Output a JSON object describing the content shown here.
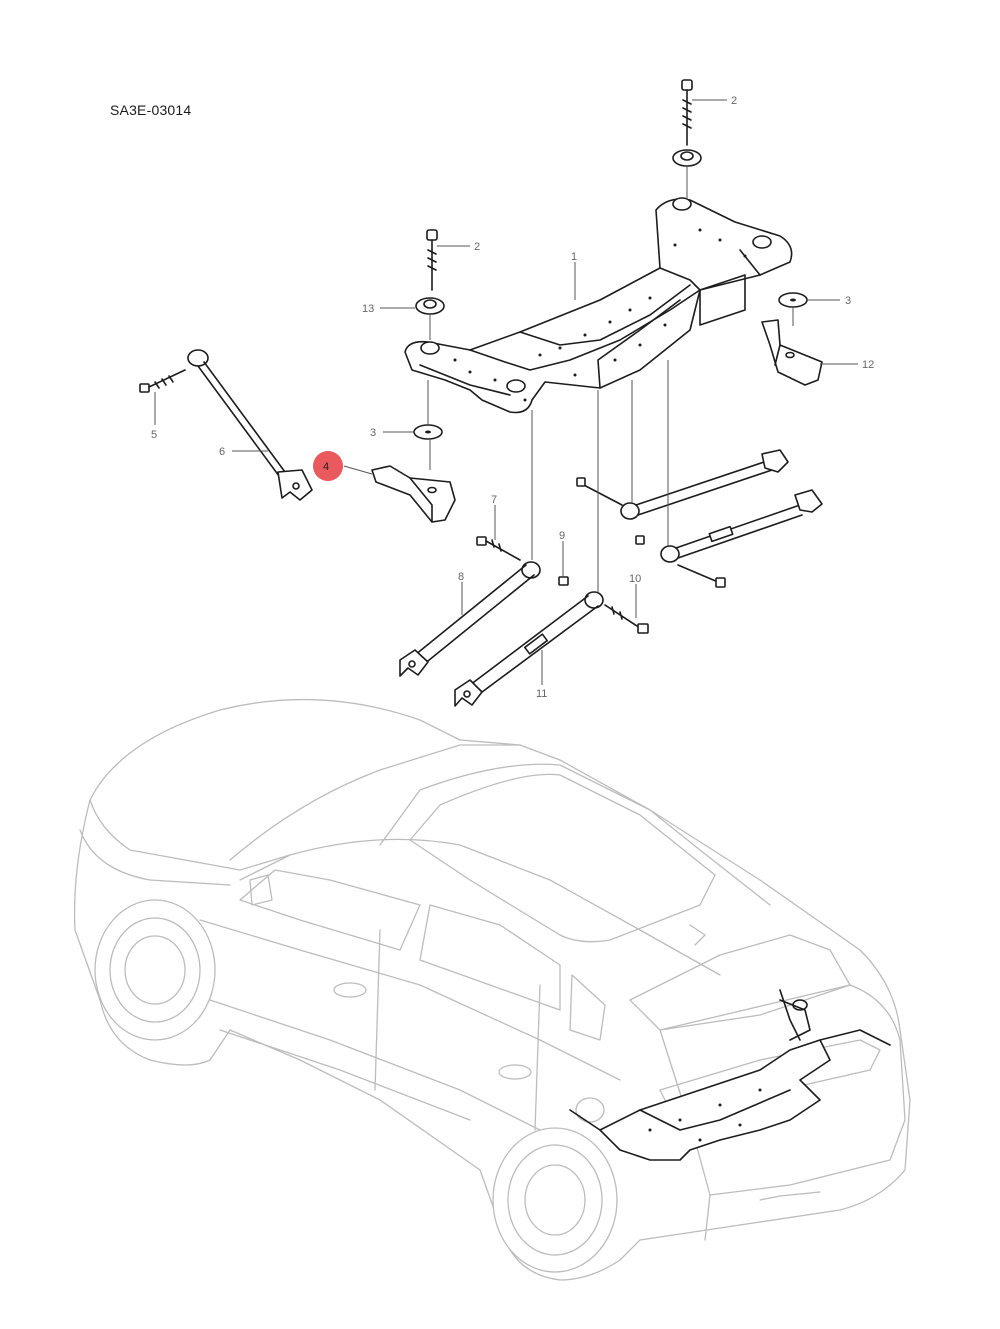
{
  "diagram_code": "SA3E-03014",
  "highlight_color": "#e8474d",
  "callouts": [
    {
      "id": "1",
      "text": "1"
    },
    {
      "id": "2a",
      "text": "2"
    },
    {
      "id": "2b",
      "text": "2"
    },
    {
      "id": "3a",
      "text": "3"
    },
    {
      "id": "3b",
      "text": "3"
    },
    {
      "id": "4",
      "text": "4",
      "highlighted": true
    },
    {
      "id": "5",
      "text": "5"
    },
    {
      "id": "6",
      "text": "6"
    },
    {
      "id": "7",
      "text": "7"
    },
    {
      "id": "8",
      "text": "8"
    },
    {
      "id": "9",
      "text": "9"
    },
    {
      "id": "10",
      "text": "10"
    },
    {
      "id": "11",
      "text": "11"
    },
    {
      "id": "12",
      "text": "12"
    },
    {
      "id": "13",
      "text": "13"
    }
  ]
}
